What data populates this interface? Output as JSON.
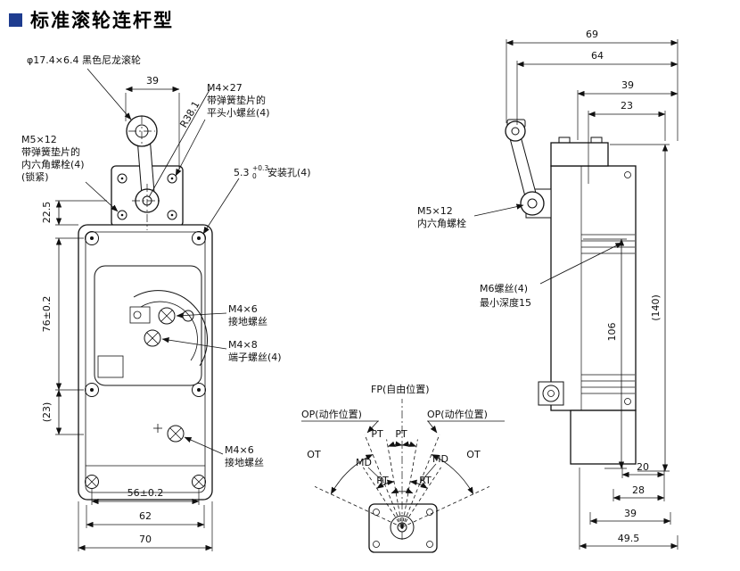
{
  "title": {
    "text": "标准滚轮连杆型"
  },
  "colors": {
    "title_square": "#1e3c8f",
    "drawing_line": "#111111",
    "background": "#ffffff"
  },
  "front_view": {
    "roller_label": "φ17.4×6.4 黑色尼龙滚轮",
    "dim_lever": "39",
    "screw_m4x27": [
      "M4×27",
      "带弹簧垫片的",
      "平头小螺丝(4)"
    ],
    "radius_label": "R38.1",
    "bolt_m5x12": [
      "M5×12",
      "带弹簧垫片的",
      "内六角螺栓(4)",
      "(锁紧)"
    ],
    "hole_dim": "5.3",
    "hole_tol_upper": "+0.3",
    "hole_tol_lower": "0",
    "hole_label": "安装孔(4)",
    "dim_225": "22.5",
    "dim_76": "76±0.2",
    "dim_23": "(23)",
    "ground_screw_upper": [
      "M4×6",
      "接地螺丝"
    ],
    "terminal_screw": [
      "M4×8",
      "端子螺丝(4)"
    ],
    "ground_screw_lower": [
      "M4×6",
      "接地螺丝"
    ],
    "dim_56": "56±0.2",
    "dim_62": "62",
    "dim_70": "70"
  },
  "side_view": {
    "dim_69": "69",
    "dim_64": "64",
    "dim_39_top": "39",
    "dim_23": "23",
    "bolt_m5x12": [
      "M5×12",
      "内六角螺栓"
    ],
    "screw_m6": [
      "M6螺丝(4)",
      "最小深度15"
    ],
    "dim_140": "(140)",
    "dim_106": "106",
    "dim_20": "20",
    "dim_28": "28",
    "dim_39_bottom": "39",
    "dim_495": "49.5"
  },
  "angle_diagram": {
    "fp": "FP(自由位置)",
    "op_left": "OP(动作位置)",
    "op_right": "OP(动作位置)",
    "pt_left": "PT",
    "pt_right": "PT",
    "ot_left": "OT",
    "ot_right": "OT",
    "md_left": "MD",
    "md_right": "MD",
    "rt_left": "RT",
    "rt_right": "RT"
  }
}
